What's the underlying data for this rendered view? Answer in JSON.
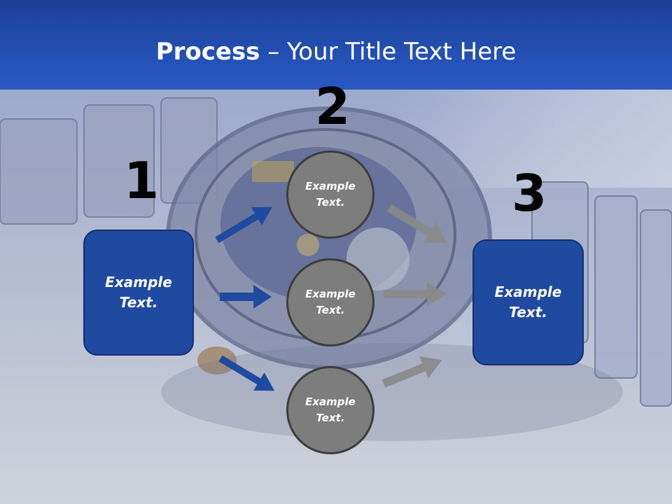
{
  "slide": {
    "title_bold": "Process",
    "title_rest": " – Your Title Text Here"
  },
  "steps": {
    "n1": "1",
    "n2": "2",
    "n3": "3"
  },
  "boxes": {
    "left": "Example\nText.",
    "right": "Example\nText."
  },
  "circles": {
    "top": "Example\nText.",
    "middle": "Example\nText.",
    "bottom": "Example\nText."
  },
  "colors": {
    "header": "#1c3f96",
    "box_fill": "#1f4aa0",
    "circle_fill": "#7d7d7d",
    "arrow_blue": "#1f4aa0",
    "arrow_gray": "#8a8a8a"
  }
}
